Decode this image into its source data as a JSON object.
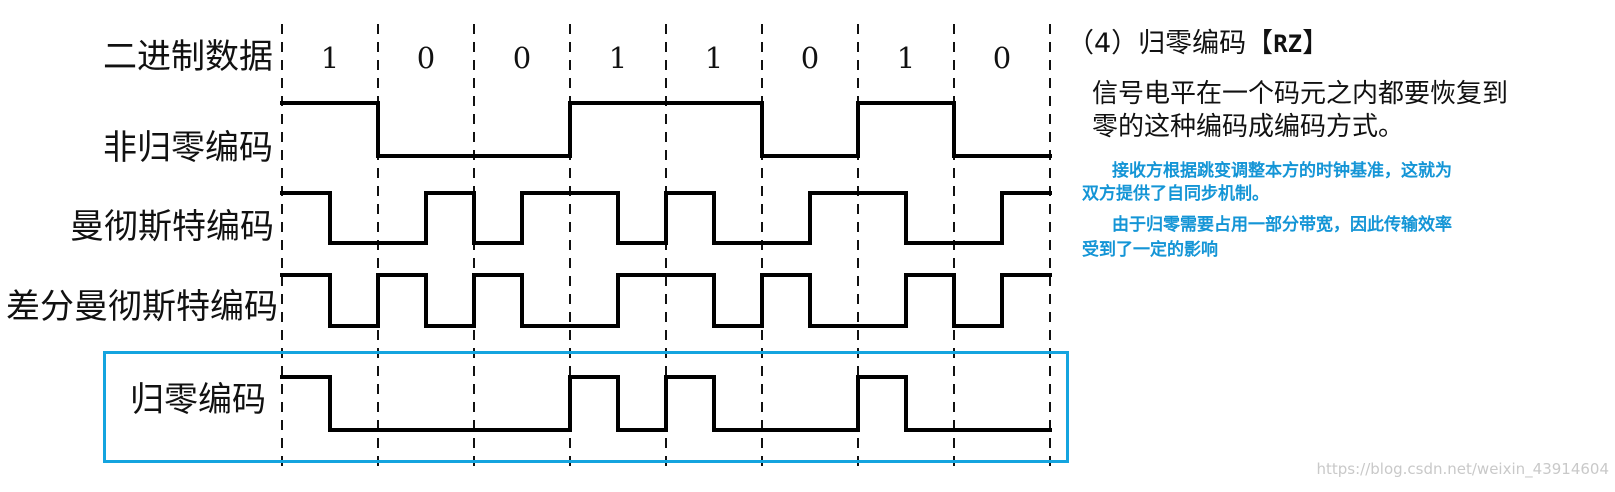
{
  "diagram": {
    "bits": [
      "1",
      "0",
      "0",
      "1",
      "1",
      "0",
      "1",
      "0"
    ],
    "rows": [
      {
        "label": "二进制数据",
        "encoding": "binary"
      },
      {
        "label": "非归零编码",
        "encoding": "nrz"
      },
      {
        "label": "曼彻斯特编码",
        "encoding": "manchester"
      },
      {
        "label": "差分曼彻斯特编码",
        "encoding": "differential-manchester"
      },
      {
        "label": "归零编码",
        "encoding": "rz"
      }
    ],
    "highlight_color": "#14a4df",
    "wave_color": "#000000",
    "grid_color": "#111111"
  },
  "explanation": {
    "title_prefix": "（4）归零编码【",
    "title_code": "RZ",
    "title_suffix": "】",
    "desc": "信号电平在一个码元之内都要恢复到零的这种编码成编码方式。",
    "notes": [
      "接收方根据跳变调整本方的时钟基准，这就为",
      "双方提供了自同步机制。",
      "由于归零需要占用一部分带宽，因此传输效率",
      "受到了一定的影响"
    ],
    "note_color": "#1495d6"
  },
  "watermark": "https://blog.csdn.net/weixin_43914604"
}
